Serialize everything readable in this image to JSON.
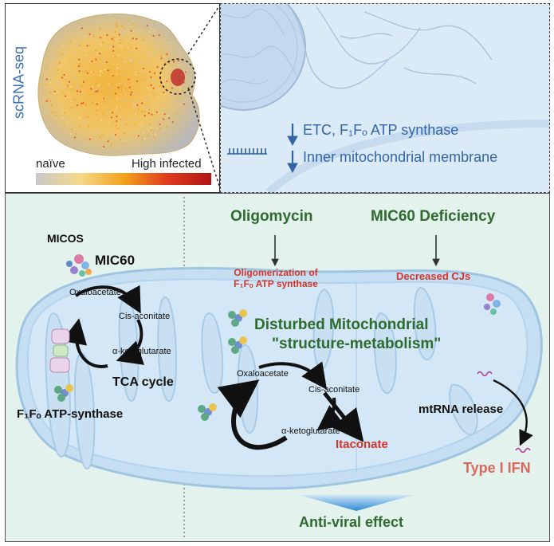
{
  "umap": {
    "side_label": "scRNA-seq",
    "legend_low": "naïve",
    "legend_high": "High infected",
    "gradient_colors": [
      "#c8c8c8",
      "#f5d98a",
      "#f4a21a",
      "#e23a1d",
      "#b01515"
    ]
  },
  "cell_panel": {
    "line1": "ETC, F₁Fₒ ATP synthase",
    "line2": "Inner mitochondrial membrane",
    "arrow_color": "#3465a8",
    "text_color": "#3465a8"
  },
  "mito": {
    "micos": "MICOS",
    "mic60": "MIC60",
    "tca_left": {
      "oxaloacetate": "Oxaloacetate",
      "cis_aconitate": "Cis-aconitate",
      "ketoglutarate": "α-ketoglutarate",
      "title": "TCA cycle"
    },
    "atp_synthase": "F₁Fₒ ATP-synthase",
    "oligomycin": "Oligomycin",
    "oligo_effect_1": "Oligomerization of",
    "oligo_effect_2": "F₁Fₒ ATP synthase",
    "mic60_def": "MIC60 Deficiency",
    "decreased_cjs": "Decreased CJs",
    "disturbed_1": "Disturbed Mitochondrial",
    "disturbed_2": "\"structure-metabolism\"",
    "tca_right": {
      "oxaloacetate": "Oxaloacetate",
      "cis_aconitate": "Cis-aconitate",
      "ketoglutarate": "α-ketoglutarate"
    },
    "itaconate": "Itaconate",
    "mtrna": "mtRNA release",
    "ifn": "Type I IFN",
    "antiviral": "Anti-viral effect",
    "colors": {
      "green": "#2e6b2e",
      "red": "#d2352b",
      "ifn": "#d9695e",
      "panel_bg": "#e3f2ec",
      "mito_fill": "#cfe4f4",
      "mito_stroke": "#9ec5e2"
    }
  }
}
